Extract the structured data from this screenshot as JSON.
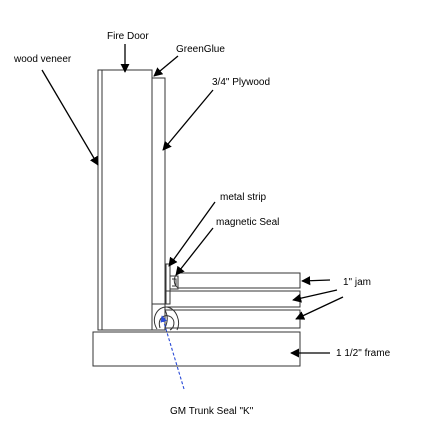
{
  "labels": {
    "wood_veneer": "wood veneer",
    "fire_door": "Fire Door",
    "green_glue": "GreenGlue",
    "plywood": "3/4\" Plywood",
    "metal_strip": "metal strip",
    "magnetic_seal": "magnetic Seal",
    "jam": "1\" jam",
    "frame": "1 1/2\" frame",
    "trunk_seal": "GM Trunk Seal \"K\""
  },
  "colors": {
    "line": "#333333",
    "arrow": "#000000",
    "seal_leader": "#2a4bd7"
  }
}
